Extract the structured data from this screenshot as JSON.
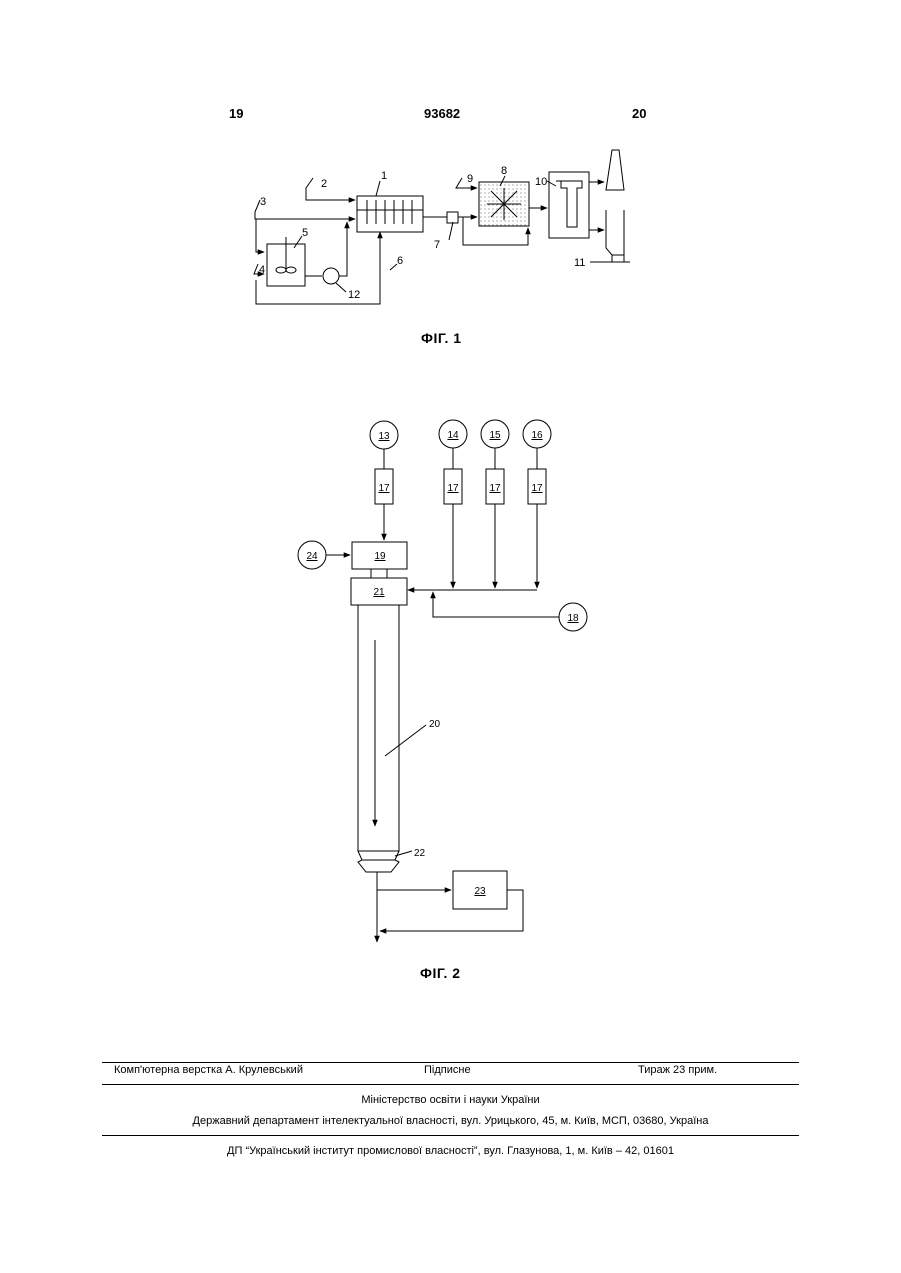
{
  "header": {
    "left_page": "19",
    "patent_number": "93682",
    "right_page": "20"
  },
  "fig1": {
    "caption": "ФІГ. 1",
    "labels": [
      "1",
      "2",
      "3",
      "4",
      "5",
      "6",
      "7",
      "8",
      "9",
      "10",
      "11",
      "12"
    ]
  },
  "fig2": {
    "caption": "ФІГ. 2",
    "sources": [
      "13",
      "14",
      "15",
      "16"
    ],
    "dosers": [
      "17",
      "17",
      "17",
      "17"
    ],
    "labels": {
      "n18": "18",
      "n19": "19",
      "n20": "20",
      "n21": "21",
      "n22": "22",
      "n23": "23",
      "n24": "24"
    }
  },
  "footer": {
    "typesetter": "Комп'ютерна верстка А. Крулевський",
    "signed": "Підписне",
    "circulation": "Тираж 23 прим.",
    "ministry": "Міністерство освіти і науки України",
    "department": "Державний департамент інтелектуальної власності, вул. Урицького, 45, м. Київ, МСП, 03680, Україна",
    "institute": "ДП “Український інститут промислової власності”, вул. Глазунова, 1, м. Київ – 42, 01601"
  }
}
